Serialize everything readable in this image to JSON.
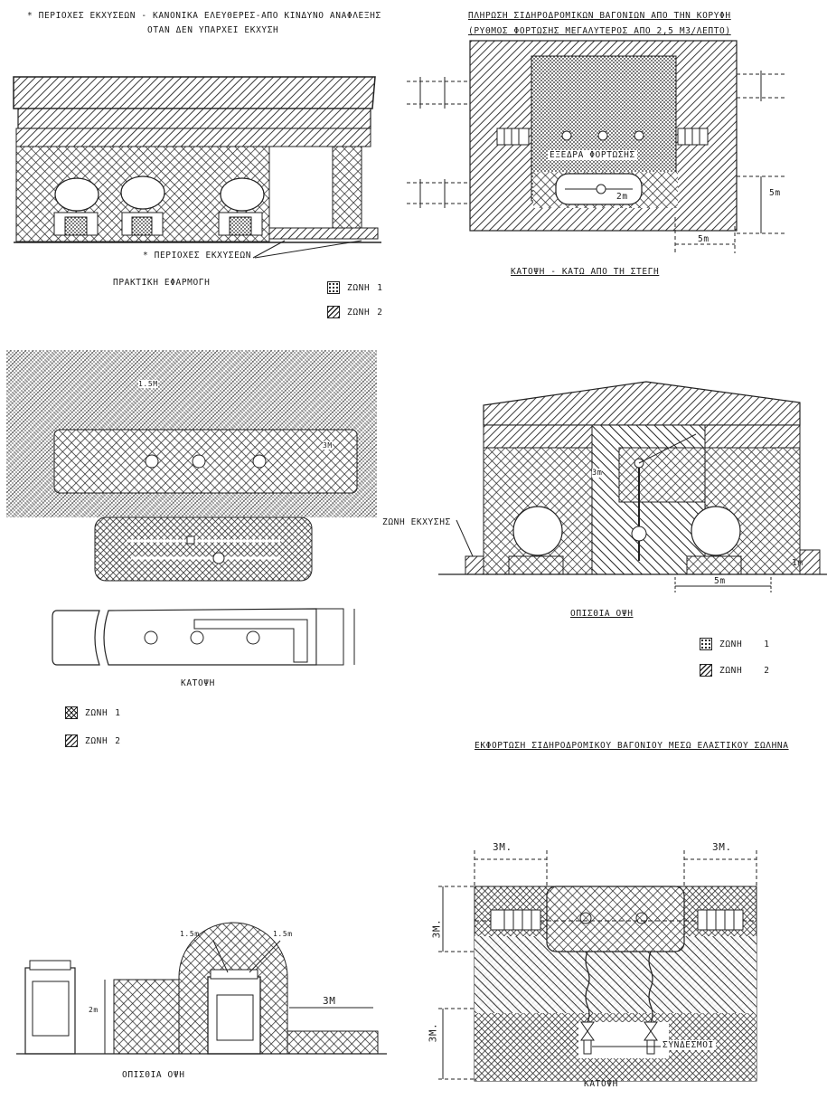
{
  "top_left": {
    "title_line1": "* ΠΕΡΙΟΧΕΣ ΕΚΧΥΣΕΩΝ - ΚΑΝΟΝΙΚΑ ΕΛΕΥΘΕΡΕΣ-ΑΠΟ ΚΙΝΔΥΝΟ ΑΝΑΦΛΕΞΗΣ",
    "title_line2": "ΟΤΑΝ ΔΕΝ ΥΠΑΡΧΕΙ ΕΚΧΥΣΗ",
    "spill_label": "* ΠΕΡΙΟΧΕΣ ΕΚΧΥΣΕΩΝ",
    "caption": "ΠΡΑΚΤΙΚΗ ΕΦΑΡΜΟΓΗ",
    "legend": [
      {
        "swatch": "dots",
        "label": "ΖΩΝΗ",
        "num": "1"
      },
      {
        "swatch": "hatch",
        "label": "ΖΩΝΗ",
        "num": "2"
      }
    ]
  },
  "top_right": {
    "title_line1": "ΠΛΗΡΩΣΗ ΣΙΔΗΡΟΔΡΟΜΙΚΩΝ ΒΑΓΟΝΙΩΝ ΑΠΟ ΤΗΝ ΚΟΡΥΦΗ",
    "title_line2": "(ΡΥΘΜΟΣ ΦΟΡΤΩΣΗΣ ΜΕΓΑΛΥΤΕΡΟΣ ΑΠΟ 2,5 Μ3/ΛΕΠΤΟ)",
    "arm_label": "ΕΞΕΔΡΑ ΦΟΡΤΩΣΗΣ",
    "dim_2m": "2m",
    "dim_5m_v": "5m",
    "dim_5m_h": "5m",
    "caption": "ΚΑΤΟΨΗ - ΚΑΤΩ ΑΠΟ ΤΗ ΣΤΕΓΗ"
  },
  "mid_left": {
    "dim_15m": "1.5M",
    "dim_3m": "3M",
    "caption": "ΚΑΤΟΨΗ",
    "legend": [
      {
        "swatch": "crosshatch",
        "label": "ΖΩΝΗ",
        "num": "1"
      },
      {
        "swatch": "hatch",
        "label": "ΖΩΝΗ",
        "num": "2"
      }
    ]
  },
  "mid_right": {
    "spill_zone_label": "ΖΩΝΗ ΕΚΧΥΣΗΣ",
    "dim_3m": "3m",
    "dim_1m": "1m",
    "dim_5m": "5m",
    "caption": "ΟΠΙΣΘΙΑ ΟΨΗ",
    "legend": [
      {
        "swatch": "dots",
        "label": "ΖΩΝΗ",
        "num": "1"
      },
      {
        "swatch": "hatch",
        "label": "ΖΩΝΗ",
        "num": "2"
      }
    ],
    "bottom_title": "ΕΚΦΟΡΤΩΣΗ ΣΙΔΗΡΟΔΡΟΜΙΚΟΥ ΒΑΓΟΝΙΟΥ ΜΕΣΩ ΕΛΑΣΤΙΚΟΥ ΣΩΛΗΝΑ"
  },
  "bottom_left": {
    "dim_top_left": "1.5m",
    "dim_top_right": "1.5m",
    "dim_2m": "2m",
    "dim_3m": "3M",
    "caption": "ΟΠΙΣΘΙΑ ΟΨΗ"
  },
  "bottom_right": {
    "dim_top_left": "3M.",
    "dim_top_right": "3M.",
    "dim_side_top": "3M.",
    "dim_side_bottom": "3M.",
    "connectors_label": "ΣΥΝΔΕΣΜΟΙ",
    "caption": "ΚΑΤΟΨΗ"
  }
}
